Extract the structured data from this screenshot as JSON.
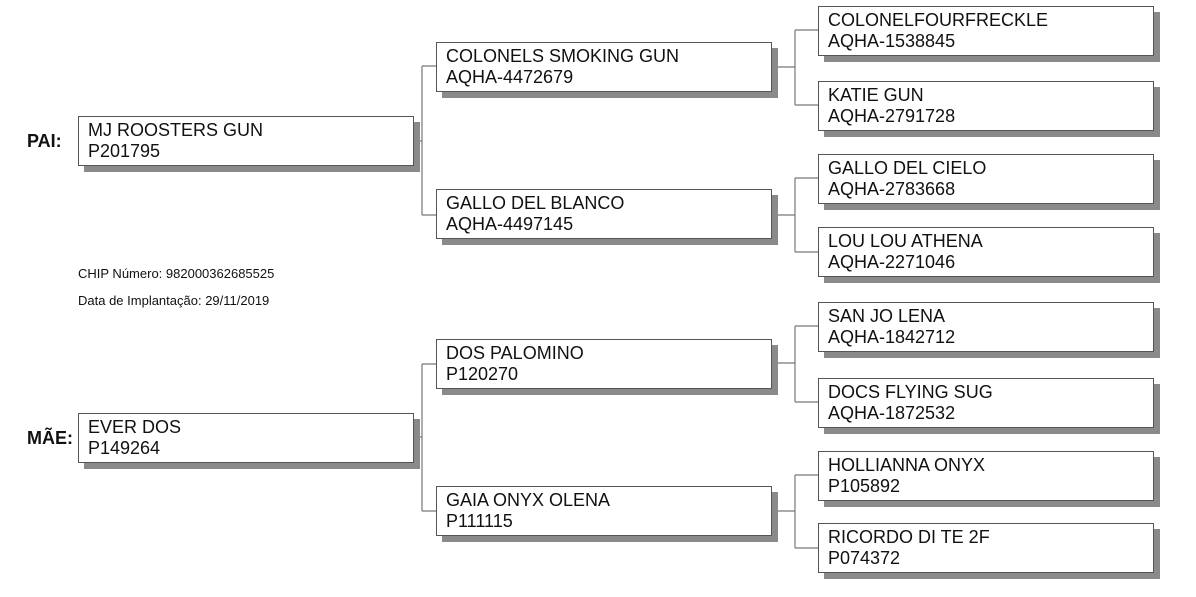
{
  "labels": {
    "sire": "PAI:",
    "dam": "MÃE:"
  },
  "chip": {
    "number": "CHIP Número: 982000362685525",
    "date": "Data de Implantação: 29/11/2019"
  },
  "sire": {
    "name": "MJ ROOSTERS GUN",
    "reg": "P201795"
  },
  "dam": {
    "name": "EVER DOS",
    "reg": "P149264"
  },
  "grandparents": [
    {
      "name": "COLONELS SMOKING GUN",
      "reg": "AQHA-4472679"
    },
    {
      "name": "GALLO DEL BLANCO",
      "reg": "AQHA-4497145"
    },
    {
      "name": "DOS PALOMINO",
      "reg": "P120270"
    },
    {
      "name": "GAIA ONYX OLENA",
      "reg": "P111115"
    }
  ],
  "great_grandparents": [
    {
      "name": "COLONELFOURFRECKLE",
      "reg": "AQHA-1538845"
    },
    {
      "name": "KATIE GUN",
      "reg": "AQHA-2791728"
    },
    {
      "name": "GALLO DEL CIELO",
      "reg": "AQHA-2783668"
    },
    {
      "name": "LOU LOU ATHENA",
      "reg": "AQHA-2271046"
    },
    {
      "name": "SAN JO LENA",
      "reg": "AQHA-1842712"
    },
    {
      "name": "DOCS FLYING SUG",
      "reg": "AQHA-1872532"
    },
    {
      "name": "HOLLIANNA ONYX",
      "reg": "P105892"
    },
    {
      "name": "RICORDO DI TE 2F",
      "reg": "P074372"
    }
  ]
}
